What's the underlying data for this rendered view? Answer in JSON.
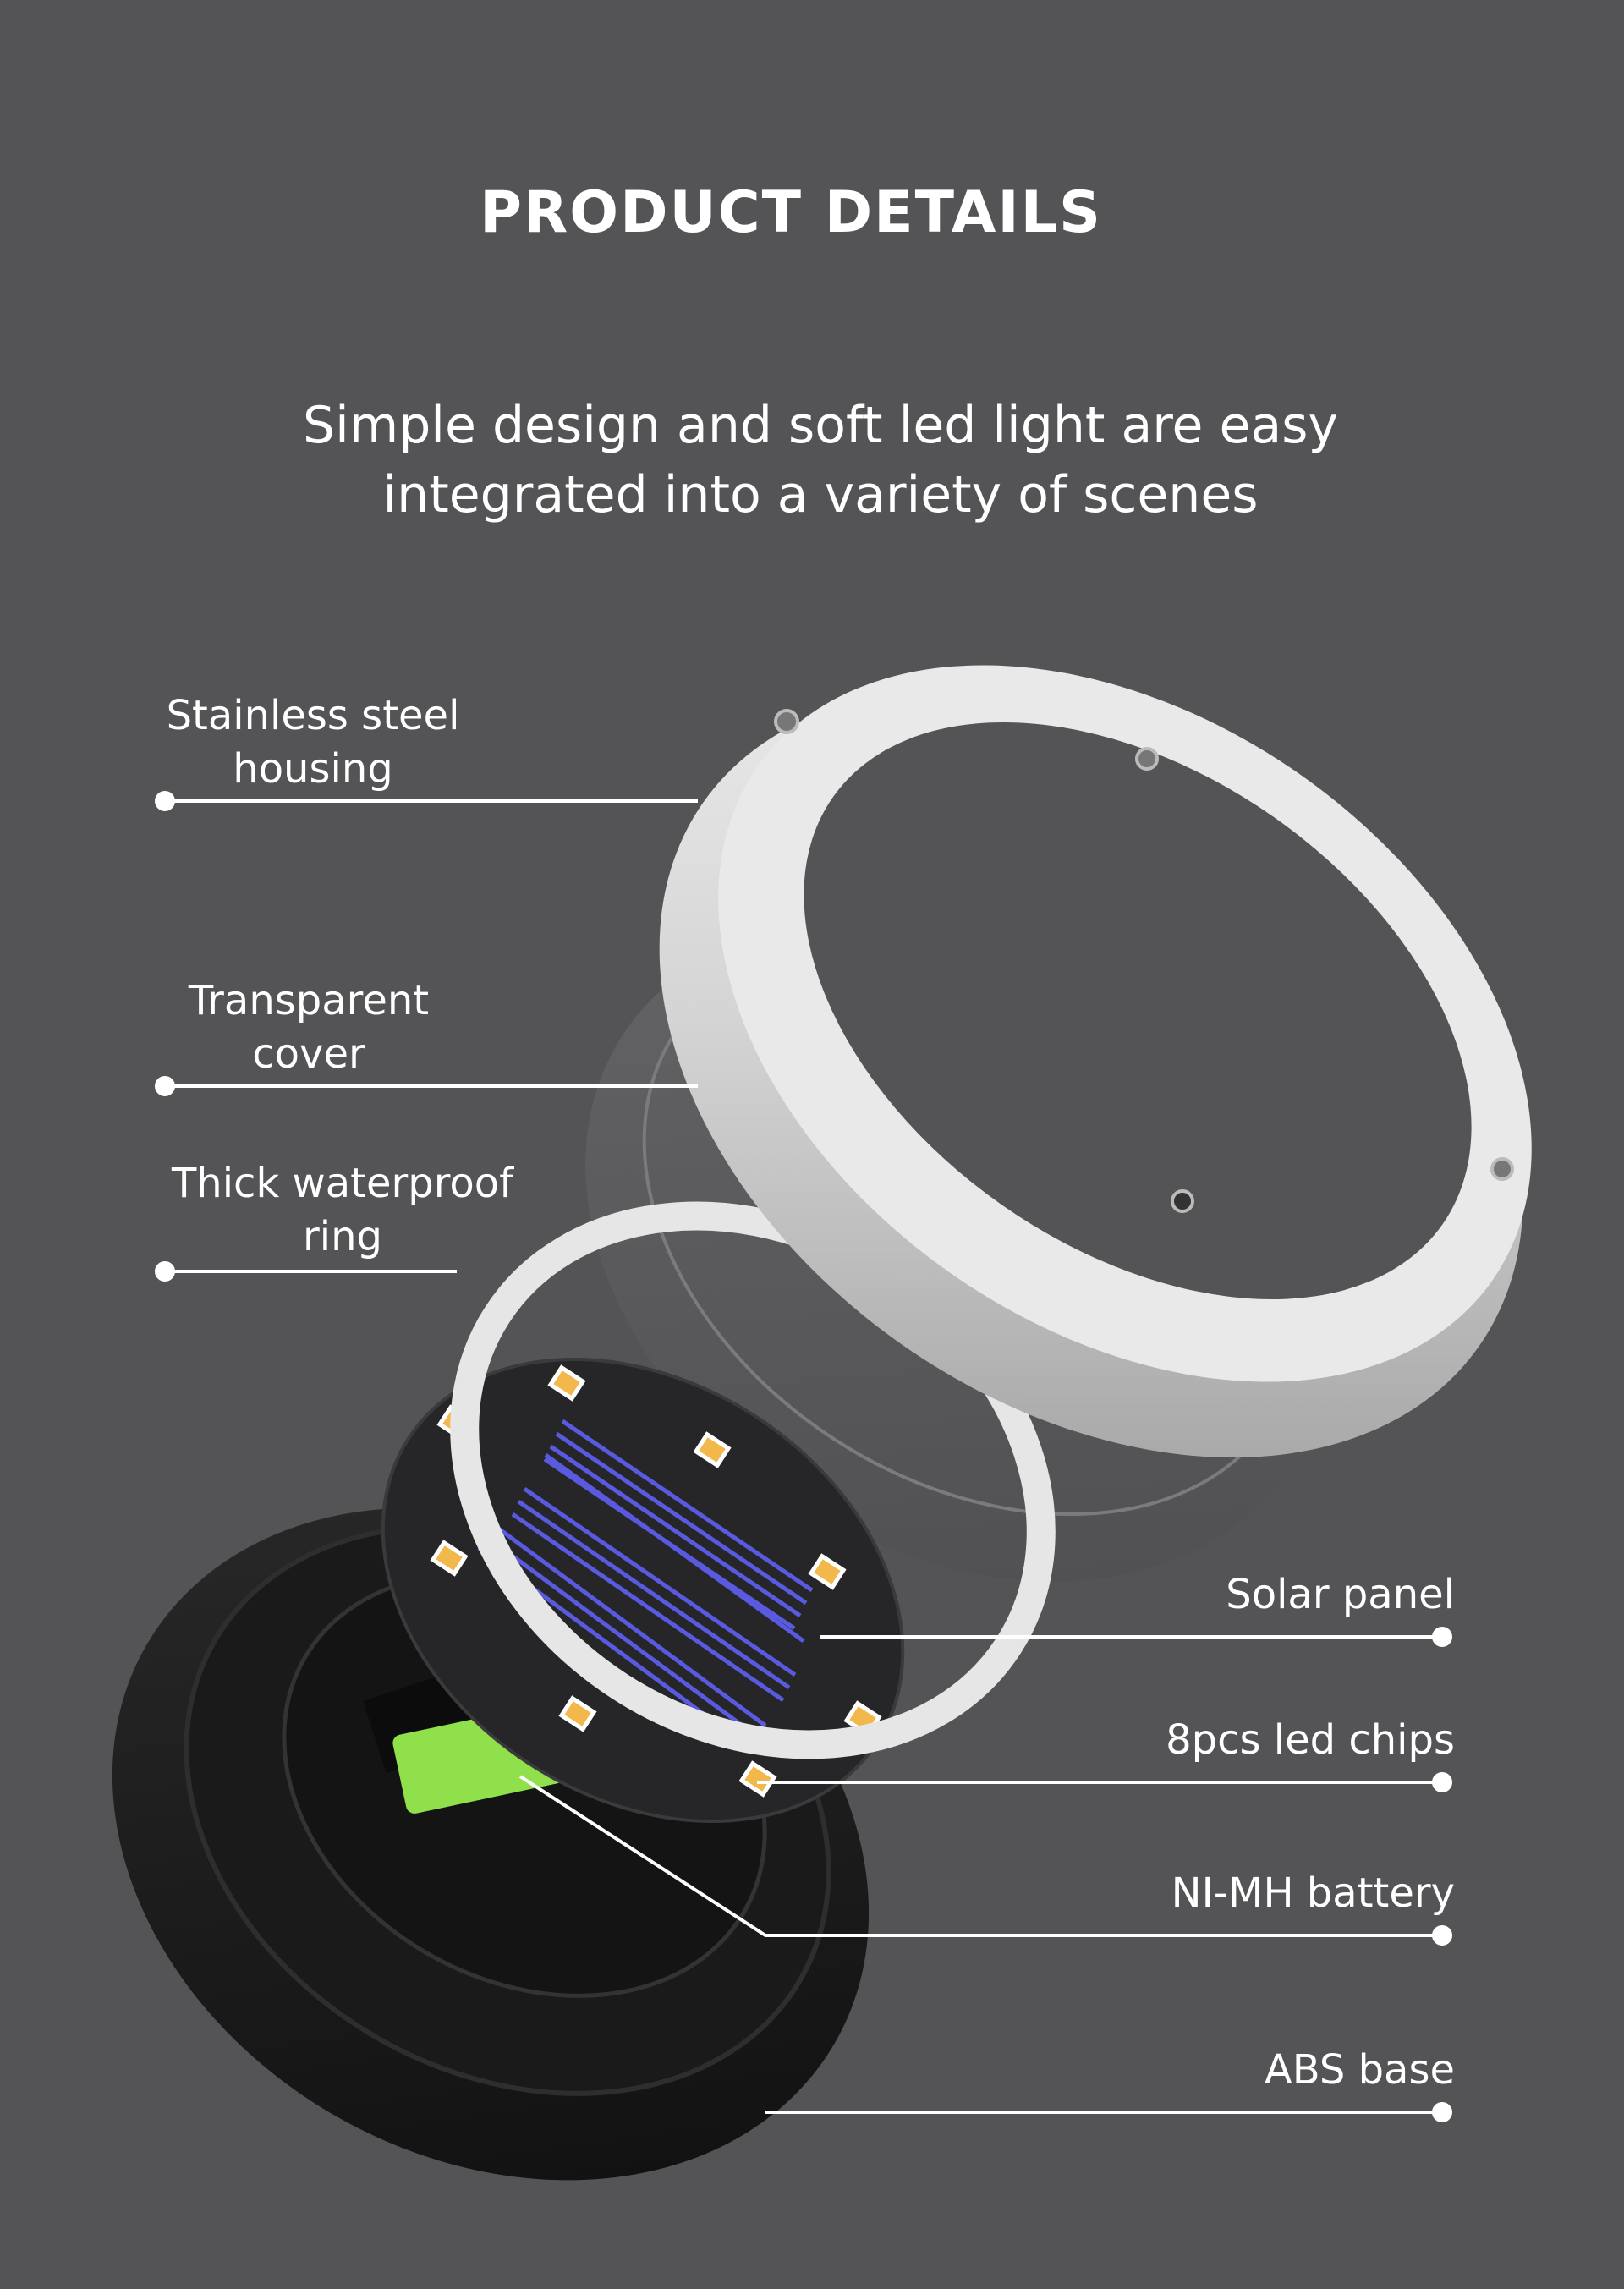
{
  "header": {
    "title": "PRODUCT DETAILS",
    "subtitle_line1": "Simple design and soft led light are easy",
    "subtitle_line2": "integrated into a variety of scenes"
  },
  "callouts_left": [
    {
      "line1": "Stainless steel",
      "line2": "housing"
    },
    {
      "line1": "Transparent",
      "line2": "cover"
    },
    {
      "line1": "Thick waterproof",
      "line2": "ring"
    }
  ],
  "callouts_right": [
    {
      "label": "Solar panel"
    },
    {
      "label": "8pcs led chips"
    },
    {
      "label": "NI-MH battery"
    },
    {
      "label": "ABS base"
    }
  ],
  "colors": {
    "background": "#545456",
    "text": "#ffffff",
    "steel": "#cfcfcf",
    "base": "#1c1c1c",
    "battery": "#8fe04a",
    "solar_cells": "#5a5ae0",
    "led_chip": "#f2b84b"
  }
}
